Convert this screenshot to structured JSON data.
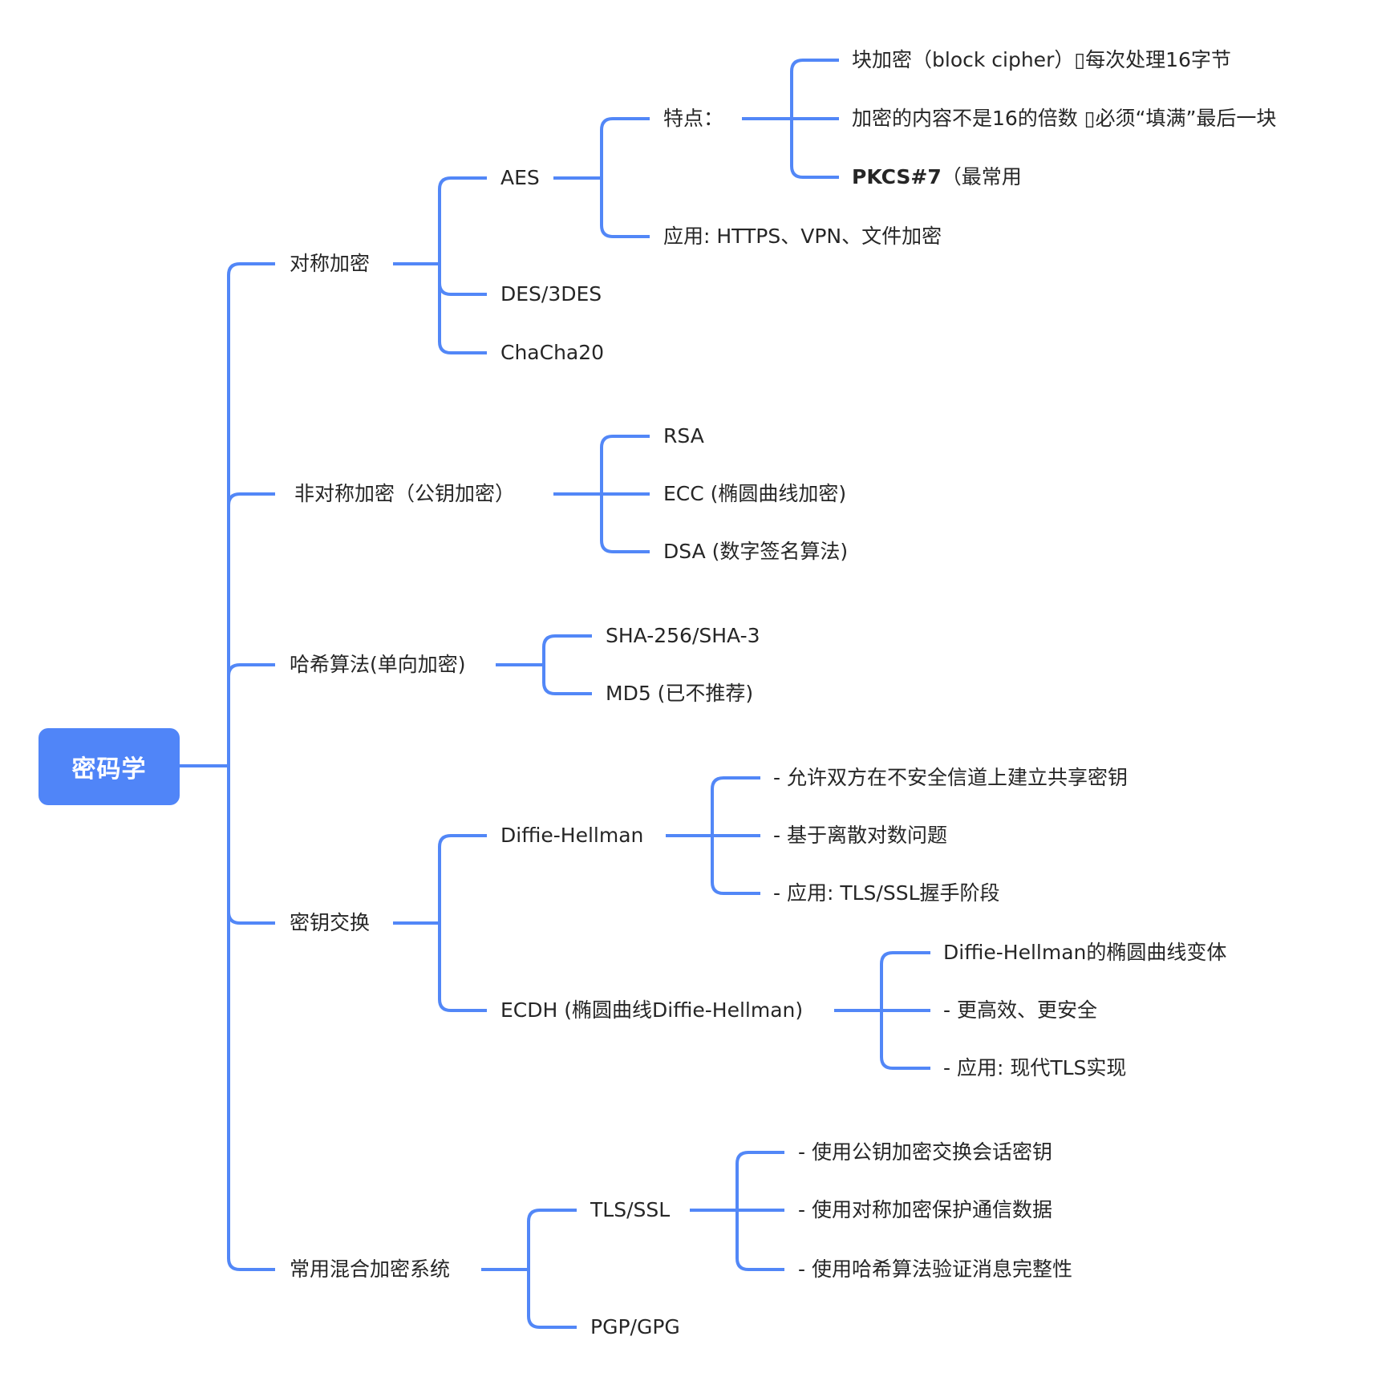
{
  "root": {
    "label": "密码学"
  },
  "branches": [
    {
      "label": "对称加密",
      "children": [
        {
          "label": "AES",
          "children": [
            {
              "label": "特点：",
              "children": [
                {
                  "label": "块加密（block cipher）▯每次处理16字节"
                },
                {
                  "label": "加密的内容不是16的倍数 ▯必须“填满”最后一块"
                },
                {
                  "label_bold": "PKCS#7",
                  "label": "（最常用"
                }
              ]
            },
            {
              "label": "应用: HTTPS、VPN、文件加密"
            }
          ]
        },
        {
          "label": "DES/3DES"
        },
        {
          "label": "ChaCha20"
        }
      ]
    },
    {
      "label": "非对称加密（公钥加密）",
      "children": [
        {
          "label": "RSA"
        },
        {
          "label": "ECC (椭圆曲线加密)"
        },
        {
          "label": "DSA (数字签名算法)"
        }
      ]
    },
    {
      "label": "哈希算法(单向加密)",
      "children": [
        {
          "label": "SHA-256/SHA-3"
        },
        {
          "label": "MD5 (已不推荐)"
        }
      ]
    },
    {
      "label": "密钥交换",
      "children": [
        {
          "label": "Diffie-Hellman",
          "children": [
            {
              "label": "- 允许双方在不安全信道上建立共享密钥"
            },
            {
              "label": "- 基于离散对数问题"
            },
            {
              "label": "- 应用: TLS/SSL握手阶段"
            }
          ]
        },
        {
          "label": "ECDH (椭圆曲线Diffie-Hellman)",
          "children": [
            {
              "label": "Diffie-Hellman的椭圆曲线变体"
            },
            {
              "label": "- 更高效、更安全"
            },
            {
              "label": "- 应用: 现代TLS实现"
            }
          ]
        }
      ]
    },
    {
      "label": "常用混合加密系统",
      "children": [
        {
          "label": "TLS/SSL",
          "children": [
            {
              "label": "- 使用公钥加密交换会话密钥"
            },
            {
              "label": "- 使用对称加密保护通信数据"
            },
            {
              "label": "- 使用哈希算法验证消息完整性"
            }
          ]
        },
        {
          "label": "PGP/GPG"
        }
      ]
    }
  ]
}
